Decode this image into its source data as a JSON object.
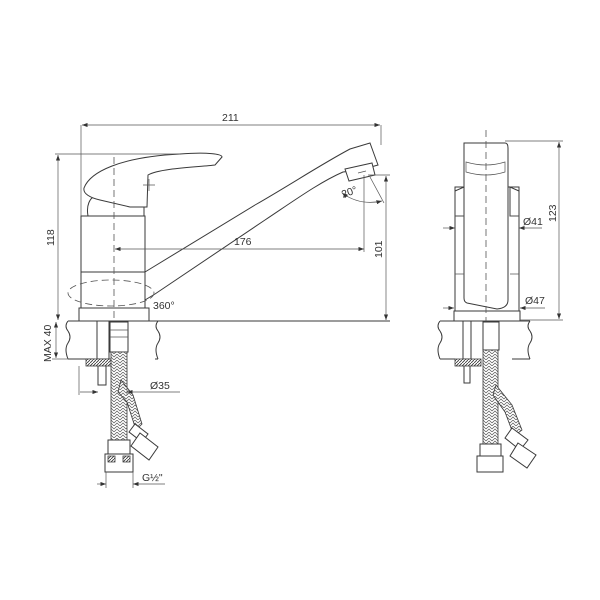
{
  "drawing": {
    "subject": "Single-lever kitchen faucet technical drawing",
    "views": [
      "front-view",
      "side-view"
    ],
    "front_view": {
      "dimensions": {
        "overall_length": "211",
        "total_height": "118",
        "spout_reach": "176",
        "spout_height": "101",
        "aerator_swivel_angle": "20°",
        "spout_rotation": "360°",
        "max_counter_thickness": "MAX 40",
        "mount_hole_diameter": "Ø35",
        "hose_thread": "G½\""
      }
    },
    "side_view": {
      "dimensions": {
        "total_height": "123",
        "body_diameter": "Ø41",
        "base_diameter": "Ø47"
      }
    },
    "colors": {
      "line": "#3a3a3a",
      "background": "#ffffff"
    }
  }
}
